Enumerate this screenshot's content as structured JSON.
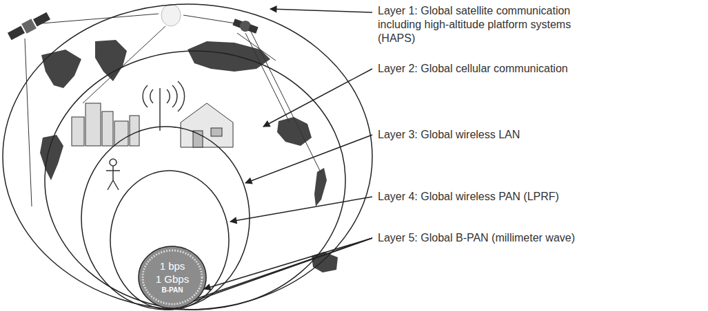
{
  "diagram": {
    "nodes": [
      {
        "text": [
          "1 bps",
          "1 Gbps",
          "B-PAN"
        ]
      }
    ],
    "labels": [
      "Layer 1: Global satellite communication including high-altitude platform systems (HAPS)",
      "Layer 2: Global cellular communication",
      "Layer 3: Global wireless LAN",
      "Layer 4: Global wireless PAN (LPRF)",
      "Layer 5: Global B-PAN (millimeter wave)"
    ]
  }
}
